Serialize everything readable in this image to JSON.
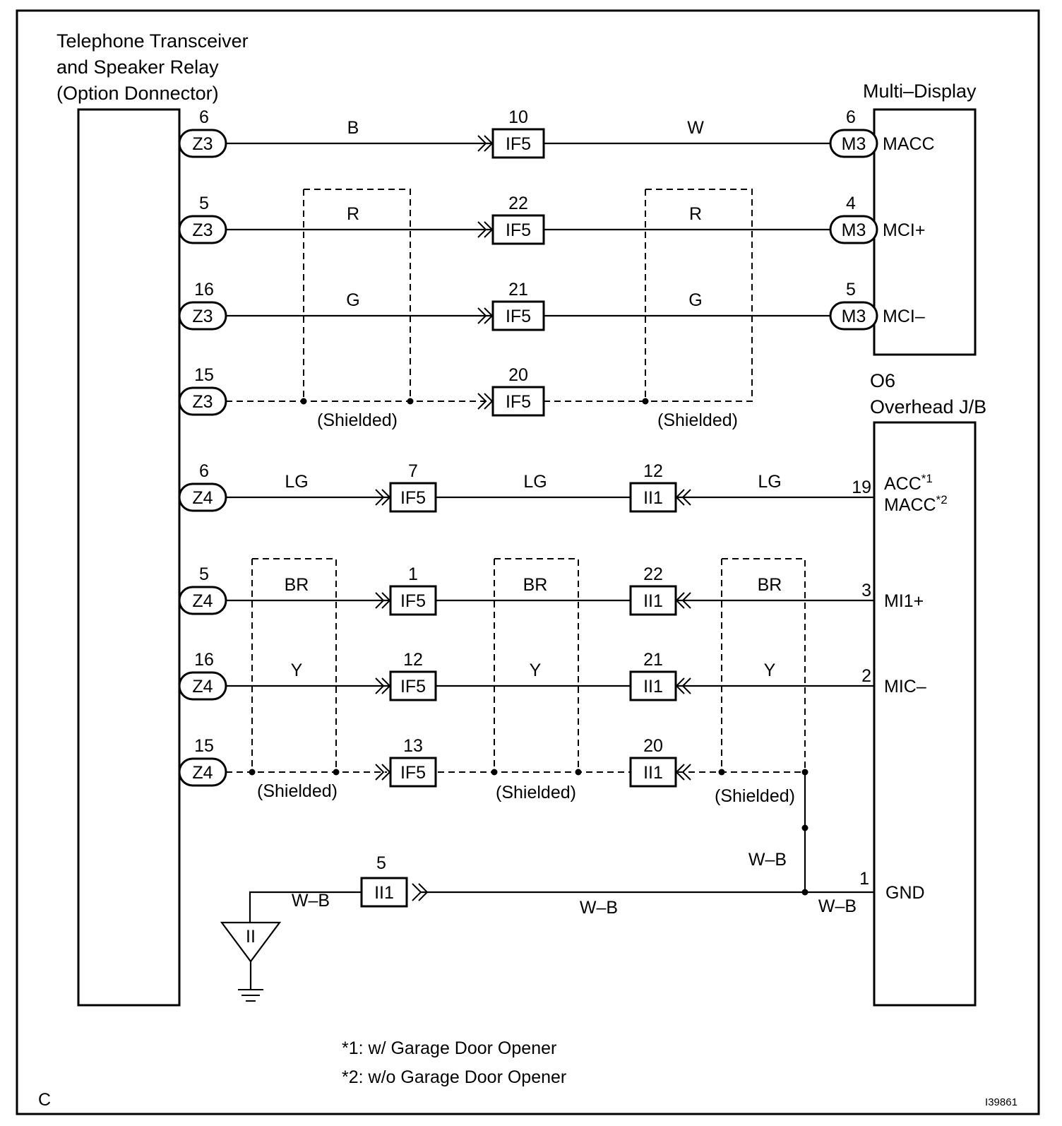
{
  "left_component": {
    "lines": [
      "Telephone Transceiver",
      "and Speaker Relay",
      "(Option Donnector)"
    ]
  },
  "right_top_component": {
    "title": "Multi–Display"
  },
  "right_bottom_component": {
    "code": "O6",
    "title": "Overhead J/B"
  },
  "circuits": [
    {
      "left_pin": "6",
      "left_conn": "Z3",
      "wire_left": "B",
      "mid1_pin": "10",
      "mid1_conn": "IF5",
      "wire_mid": "W",
      "right_pin": "6",
      "right_conn": "M3",
      "terminal": "MACC"
    },
    {
      "left_pin": "5",
      "left_conn": "Z3",
      "wire_left": "R",
      "mid1_pin": "22",
      "mid1_conn": "IF5",
      "wire_mid": "R",
      "right_pin": "4",
      "right_conn": "M3",
      "terminal": "MCI+"
    },
    {
      "left_pin": "16",
      "left_conn": "Z3",
      "wire_left": "G",
      "mid1_pin": "21",
      "mid1_conn": "IF5",
      "wire_mid": "G",
      "right_pin": "5",
      "right_conn": "M3",
      "terminal": "MCI–"
    },
    {
      "left_pin": "15",
      "left_conn": "Z3",
      "mid1_pin": "20",
      "mid1_conn": "IF5"
    },
    {
      "left_pin": "6",
      "left_conn": "Z4",
      "wire_left": "LG",
      "mid1_pin": "7",
      "mid1_conn": "IF5",
      "wire_mid": "LG",
      "mid2_pin": "12",
      "mid2_conn": "II1",
      "wire_right": "LG",
      "right_pin": "19"
    },
    {
      "left_pin": "5",
      "left_conn": "Z4",
      "wire_left": "BR",
      "mid1_pin": "1",
      "mid1_conn": "IF5",
      "wire_mid": "BR",
      "mid2_pin": "22",
      "mid2_conn": "II1",
      "wire_right": "BR",
      "right_pin": "3",
      "terminal": "MI1+"
    },
    {
      "left_pin": "16",
      "left_conn": "Z4",
      "wire_left": "Y",
      "mid1_pin": "12",
      "mid1_conn": "IF5",
      "wire_mid": "Y",
      "mid2_pin": "21",
      "mid2_conn": "II1",
      "wire_right": "Y",
      "right_pin": "2",
      "terminal": "MIC–"
    },
    {
      "left_pin": "15",
      "left_conn": "Z4",
      "mid1_pin": "13",
      "mid1_conn": "IF5",
      "mid2_pin": "20",
      "mid2_conn": "II1"
    }
  ],
  "acc_terminal": {
    "line1": "ACC",
    "sup1": "*1",
    "line2": "MACC",
    "sup2": "*2"
  },
  "shield_label": "(Shielded)",
  "ground": {
    "conn_pin": "5",
    "conn": "II1",
    "wire_left": "W–B",
    "wire_mid": "W–B",
    "wire_right": "W–B",
    "wire_vertical": "W–B",
    "right_pin": "1",
    "terminal": "GND",
    "ground_point": "II"
  },
  "notes": [
    "*1: w/ Garage Door Opener",
    "*2: w/o Garage Door Opener"
  ],
  "corner_letter": "C",
  "figure_id": "I39861"
}
